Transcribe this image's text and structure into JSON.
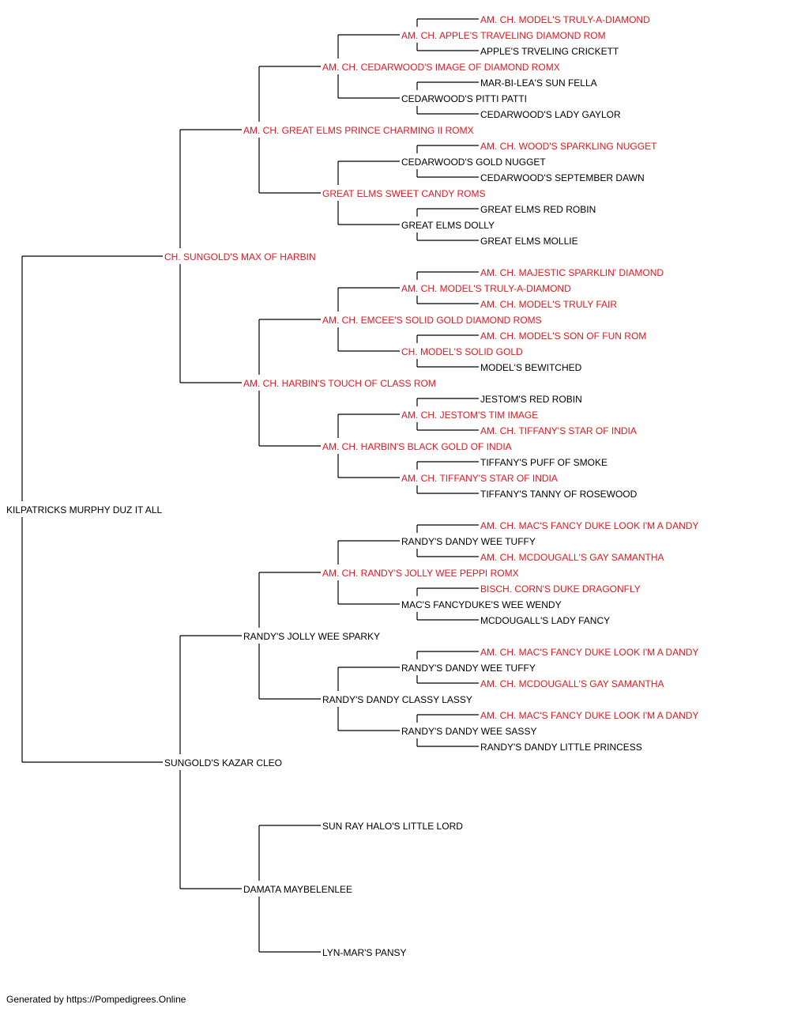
{
  "colors": {
    "champion": "#e8141b",
    "normal": "#000000",
    "line": "#000000"
  },
  "pedigree": {
    "name": "KILPATRICKS MURPHY DUZ IT ALL",
    "champion": false,
    "sire": {
      "name": "CH. SUNGOLD'S MAX OF HARBIN",
      "champion": true,
      "sire": {
        "name": "AM. CH. GREAT ELMS PRINCE CHARMING II ROMX",
        "champion": true,
        "sire": {
          "name": "AM. CH. CEDARWOOD'S IMAGE OF DIAMOND ROMX",
          "champion": true,
          "sire": {
            "name": "AM. CH. APPLE'S TRAVELING DIAMOND ROM",
            "champion": true,
            "sire": {
              "name": "AM. CH. MODEL'S TRULY-A-DIAMOND",
              "champion": true
            },
            "dam": {
              "name": "APPLE'S TRVELING CRICKETT",
              "champion": false
            }
          },
          "dam": {
            "name": "CEDARWOOD'S PITTI PATTI",
            "champion": false,
            "sire": {
              "name": "MAR-BI-LEA'S SUN FELLA",
              "champion": false
            },
            "dam": {
              "name": "CEDARWOOD'S LADY GAYLOR",
              "champion": false
            }
          }
        },
        "dam": {
          "name": "GREAT ELMS SWEET CANDY ROMS",
          "champion": true,
          "sire": {
            "name": "CEDARWOOD'S GOLD NUGGET",
            "champion": false,
            "sire": {
              "name": "AM. CH. WOOD'S SPARKLING NUGGET",
              "champion": true
            },
            "dam": {
              "name": "CEDARWOOD'S SEPTEMBER DAWN",
              "champion": false
            }
          },
          "dam": {
            "name": "GREAT ELMS DOLLY",
            "champion": false,
            "sire": {
              "name": "GREAT ELMS RED ROBIN",
              "champion": false
            },
            "dam": {
              "name": "GREAT ELMS MOLLIE",
              "champion": false
            }
          }
        }
      },
      "dam": {
        "name": "AM. CH. HARBIN'S TOUCH OF CLASS ROM",
        "champion": true,
        "sire": {
          "name": "AM. CH. EMCEE'S SOLID GOLD DIAMOND ROMS",
          "champion": true,
          "sire": {
            "name": "AM. CH. MODEL'S TRULY-A-DIAMOND",
            "champion": true,
            "sire": {
              "name": "AM. CH. MAJESTIC SPARKLIN' DIAMOND",
              "champion": true
            },
            "dam": {
              "name": "AM. CH. MODEL'S TRULY FAIR",
              "champion": true
            }
          },
          "dam": {
            "name": "CH. MODEL'S SOLID GOLD",
            "champion": true,
            "sire": {
              "name": "AM. CH. MODEL'S SON OF FUN ROM",
              "champion": true
            },
            "dam": {
              "name": "MODEL'S BEWITCHED",
              "champion": false
            }
          }
        },
        "dam": {
          "name": "AM. CH. HARBIN'S BLACK GOLD OF INDIA",
          "champion": true,
          "sire": {
            "name": "AM. CH. JESTOM'S TIM IMAGE",
            "champion": true,
            "sire": {
              "name": "JESTOM'S RED ROBIN",
              "champion": false
            },
            "dam": {
              "name": "AM. CH. TIFFANY'S STAR OF INDIA",
              "champion": true
            }
          },
          "dam": {
            "name": "AM. CH. TIFFANY'S STAR OF INDIA",
            "champion": true,
            "sire": {
              "name": "TIFFANY'S PUFF OF SMOKE",
              "champion": false
            },
            "dam": {
              "name": "TIFFANY'S TANNY OF ROSEWOOD",
              "champion": false
            }
          }
        }
      }
    },
    "dam": {
      "name": "SUNGOLD'S KAZAR CLEO",
      "champion": false,
      "sire": {
        "name": "RANDY'S JOLLY WEE SPARKY",
        "champion": false,
        "sire": {
          "name": "AM. CH. RANDY'S JOLLY WEE PEPPI ROMX",
          "champion": true,
          "sire": {
            "name": "RANDY'S DANDY WEE TUFFY",
            "champion": false,
            "sire": {
              "name": "AM. CH. MAC'S FANCY DUKE LOOK I'M A DANDY",
              "champion": true
            },
            "dam": {
              "name": "AM. CH. MCDOUGALL'S GAY SAMANTHA",
              "champion": true
            }
          },
          "dam": {
            "name": "MAC'S FANCYDUKE'S WEE WENDY",
            "champion": false,
            "sire": {
              "name": "BISCH. CORN'S DUKE DRAGONFLY",
              "champion": true
            },
            "dam": {
              "name": "MCDOUGALL'S LADY FANCY",
              "champion": false
            }
          }
        },
        "dam": {
          "name": "RANDY'S DANDY CLASSY LASSY",
          "champion": false,
          "sire": {
            "name": "RANDY'S DANDY WEE TUFFY",
            "champion": false,
            "sire": {
              "name": "AM. CH. MAC'S FANCY DUKE LOOK I'M A DANDY",
              "champion": true
            },
            "dam": {
              "name": "AM. CH. MCDOUGALL'S GAY SAMANTHA",
              "champion": true
            }
          },
          "dam": {
            "name": "RANDY'S DANDY WEE SASSY",
            "champion": false,
            "sire": {
              "name": "AM. CH. MAC'S FANCY DUKE LOOK I'M A DANDY",
              "champion": true
            },
            "dam": {
              "name": "RANDY'S DANDY LITTLE PRINCESS",
              "champion": false
            }
          }
        }
      },
      "dam": {
        "name": "DAMATA MAYBELENLEE",
        "champion": false,
        "sire": {
          "name": "SUN RAY HALO'S LITTLE LORD",
          "champion": false
        },
        "dam": {
          "name": "LYN-MAR'S PANSY",
          "champion": false
        }
      }
    }
  },
  "footer": "Generated by https://Pompedigrees.Online"
}
